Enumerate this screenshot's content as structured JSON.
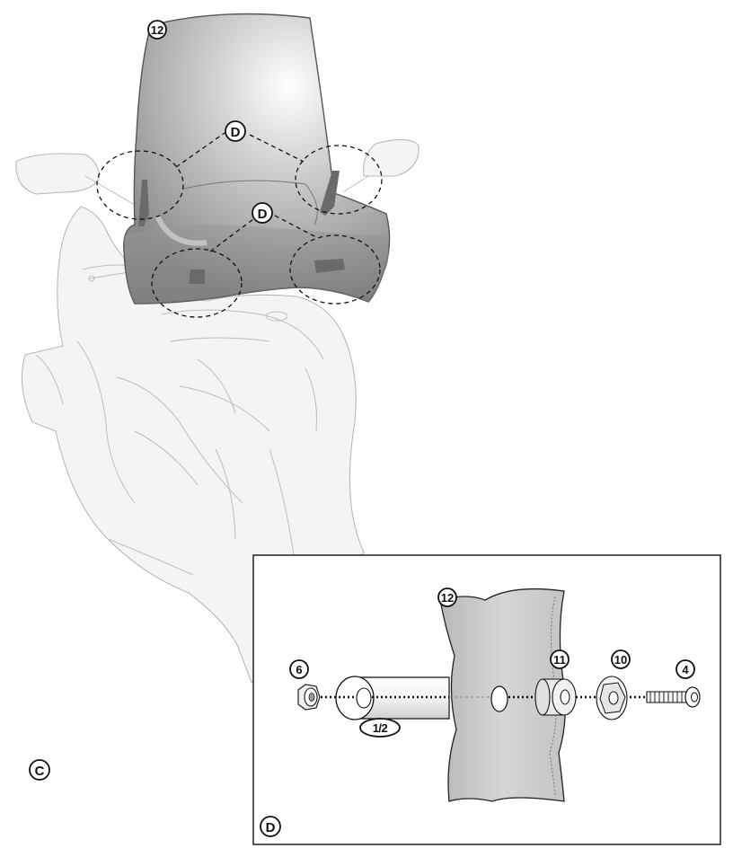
{
  "main_view": {
    "windscreen_label": "12",
    "detail_callout_top": "D",
    "detail_callout_bottom": "D",
    "view_letter": "C"
  },
  "detail_view": {
    "title": "D",
    "parts": {
      "screen": "12",
      "nut": "6",
      "spacer": "1/2",
      "rubber_washer": "11",
      "washer": "10",
      "screw": "4"
    }
  },
  "colors": {
    "screen_tint": "#8e8e8e",
    "outline": "#111111",
    "scooter_line": "#bdbdbd"
  }
}
